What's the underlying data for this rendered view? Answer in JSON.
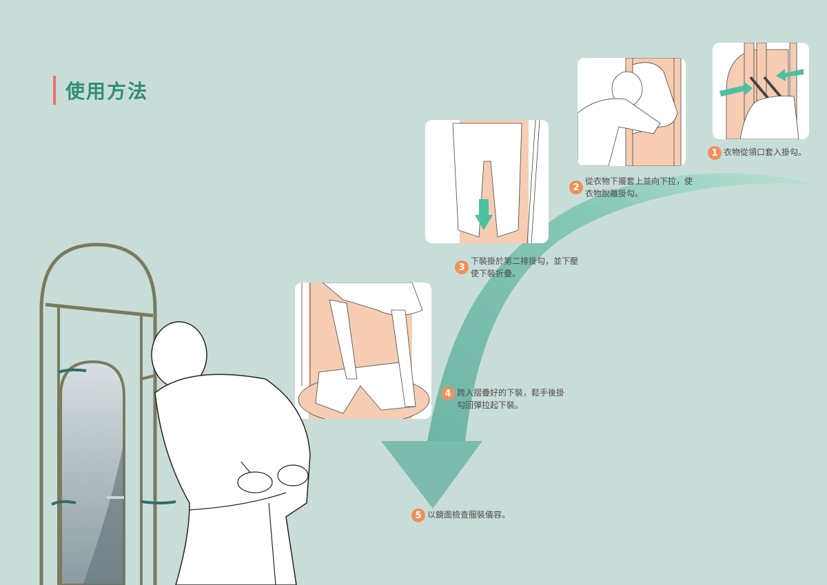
{
  "header": {
    "title": "使用方法",
    "accent_bar_color": "#ee6f6b",
    "title_color": "#2e8f72"
  },
  "colors": {
    "background": "#c9ddd8",
    "swoosh": "#7dbfb0",
    "swoosh_dark": "#5fa898",
    "badge": "#f0905a",
    "skin_mirror": "#f6cdb3",
    "frame": "#7a7a5e",
    "hook": "#2f6e68",
    "arrow_green": "#4cc0a0"
  },
  "steps": [
    {
      "number": "1",
      "lines": [
        "衣物從領口套入掛勾。"
      ],
      "icon": "push-arrows-illustration"
    },
    {
      "number": "2",
      "lines": [
        "從衣物下擺套上並向下拉，使",
        "衣物脫離掛勾。"
      ],
      "icon": "pull-down-illustration"
    },
    {
      "number": "3",
      "lines": [
        "下裝掛於第二排掛勾，並下壓",
        "使下裝折疊。"
      ],
      "icon": "press-down-illustration"
    },
    {
      "number": "4",
      "lines": [
        "跨入摺疊好的下裝，鬆手後掛",
        "勾回彈拉起下裝。"
      ],
      "icon": "step-in-illustration"
    },
    {
      "number": "5",
      "lines": [
        "以鏡面檢查服裝儀容。"
      ],
      "icon": "mirror-check"
    }
  ]
}
